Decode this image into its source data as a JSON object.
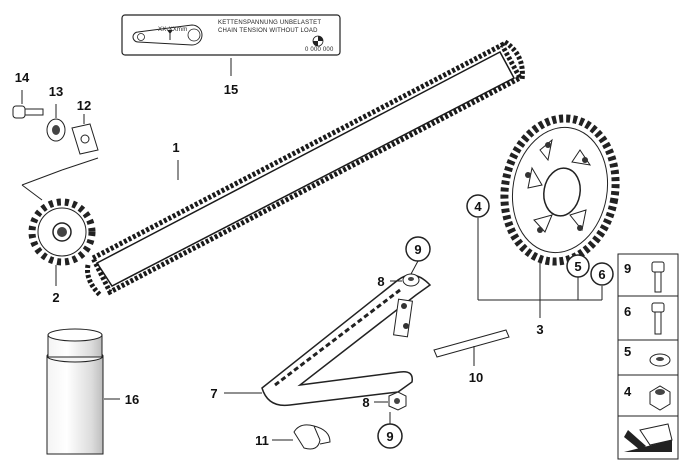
{
  "label_card": {
    "dimension": "XX-XXmm",
    "line_de": "KETTENSPANNUNG UNBELASTET",
    "line_en": "CHAIN TENSION WITHOUT LOAD",
    "code": "0 000 000"
  },
  "callouts": {
    "c1": "1",
    "c2": "2",
    "c3": "3",
    "c4": "4",
    "c5": "5",
    "c6": "6",
    "c7": "7",
    "c8a": "8",
    "c8b": "8",
    "c9a": "9",
    "c9b": "9",
    "c10": "10",
    "c11": "11",
    "c12": "12",
    "c13": "13",
    "c14": "14",
    "c15": "15",
    "c16": "16"
  },
  "side_panel": {
    "items": [
      {
        "number": "9",
        "icon": "small-bolt-icon"
      },
      {
        "number": "6",
        "icon": "bolt-icon"
      },
      {
        "number": "5",
        "icon": "washer-icon"
      },
      {
        "number": "4",
        "icon": "nut-icon"
      }
    ],
    "footer_icon": "arrow-icon"
  }
}
